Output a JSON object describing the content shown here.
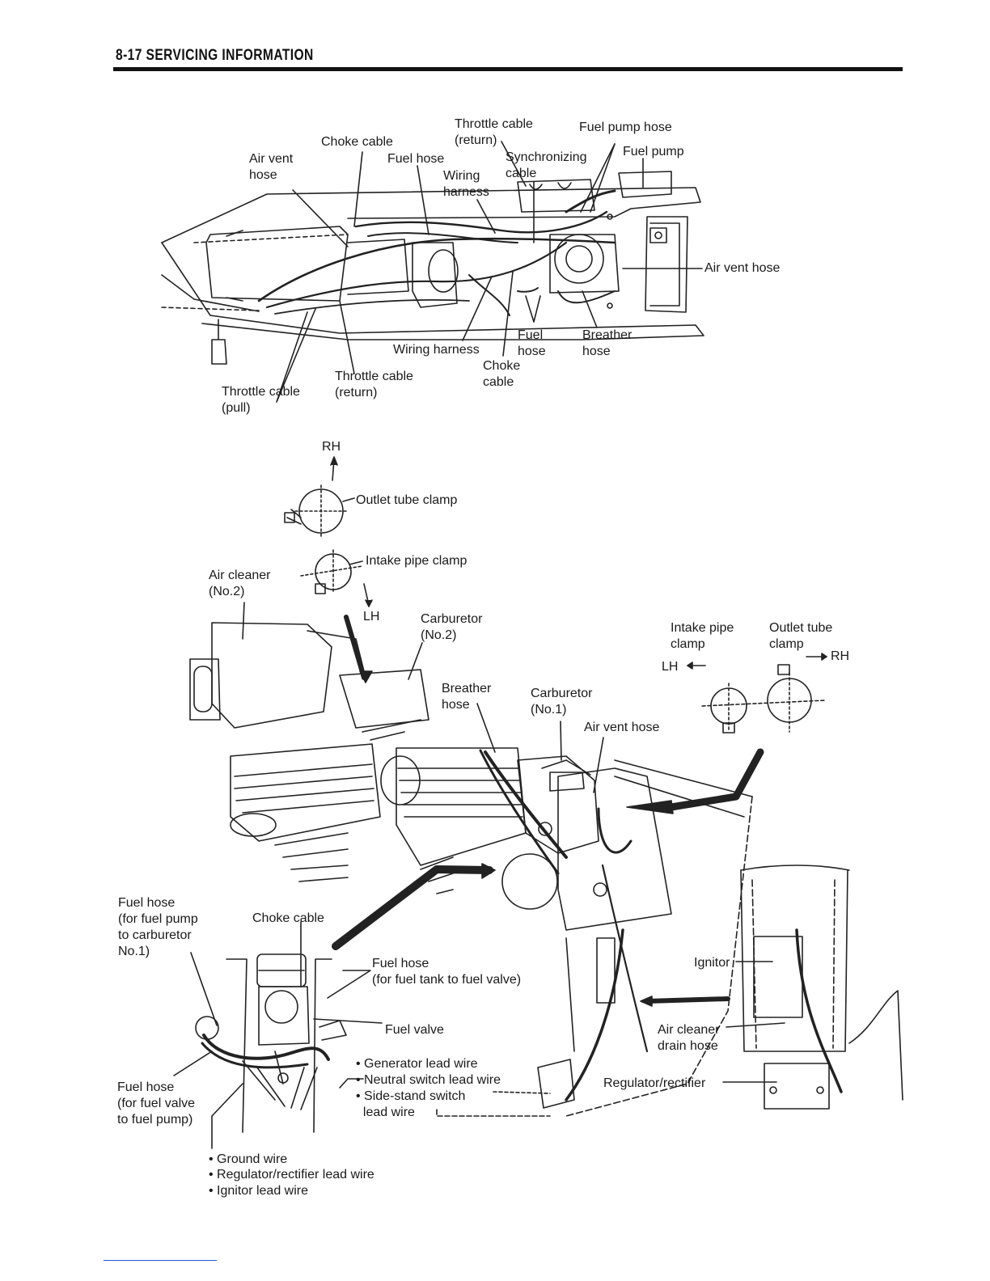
{
  "header": {
    "title": "8-17 SERVICING INFORMATION"
  },
  "top_diagram": {
    "labels": {
      "throttle_cable_return_top": "Throttle cable\n(return)",
      "fuel_pump_hose": "Fuel pump hose",
      "choke_cable_top": "Choke cable",
      "air_vent_hose_left": "Air vent\nhose",
      "fuel_hose_top": "Fuel hose",
      "synchronizing_cable": "Synchronizing\ncable",
      "fuel_pump": "Fuel pump",
      "wiring_harness_top": "Wiring\nharness",
      "air_vent_hose_right": "Air vent hose",
      "fuel_hose_mid": "Fuel\nhose",
      "breather_hose_top": "Breather\nhose",
      "wiring_harness_bottom": "Wiring harness",
      "choke_cable_bottom": "Choke\ncable",
      "throttle_cable_return_bottom": "Throttle cable\n(return)",
      "throttle_cable_pull": "Throttle cable\n(pull)"
    }
  },
  "middle_diagram": {
    "labels": {
      "rh_top": "RH",
      "outlet_tube_clamp": "Outlet tube clamp",
      "intake_pipe_clamp": "Intake pipe clamp",
      "air_cleaner_no2": "Air cleaner\n(No.2)",
      "lh_mid": "LH",
      "carburetor_no2": "Carburetor\n(No.2)",
      "intake_pipe_clamp_right": "Intake pipe\nclamp",
      "outlet_tube_clamp_right": "Outlet tube\nclamp",
      "lh_right": "LH",
      "rh_right": "RH",
      "breather_hose_mid": "Breather\nhose",
      "carburetor_no1": "Carburetor\n(No.1)",
      "air_vent_hose_mid": "Air vent hose"
    }
  },
  "bottom_diagram": {
    "labels": {
      "fuel_hose_pump_to_carb": "Fuel hose\n(for fuel pump\nto carburetor\nNo.1)",
      "choke_cable_bottom": "Choke cable",
      "fuel_hose_tank_to_valve": "Fuel hose\n(for fuel tank to fuel valve)",
      "ignitor": "Ignitor",
      "fuel_valve": "Fuel valve",
      "air_cleaner_drain_hose": "Air cleaner\ndrain hose",
      "generator_lead_wire": "• Generator lead wire",
      "neutral_switch_lead_wire": "• Neutral switch lead wire",
      "side_stand_switch_lead_wire": "• Side-stand switch\n  lead wire",
      "regulator_rectifier": "Regulator/rectifier",
      "fuel_hose_valve_to_pump": "Fuel hose\n(for fuel valve\nto fuel pump)",
      "ground_wire": "• Ground wire",
      "regulator_rectifier_lead_wire": "• Regulator/rectifier lead wire",
      "ignitor_lead_wire": "• Ignitor lead wire"
    }
  }
}
